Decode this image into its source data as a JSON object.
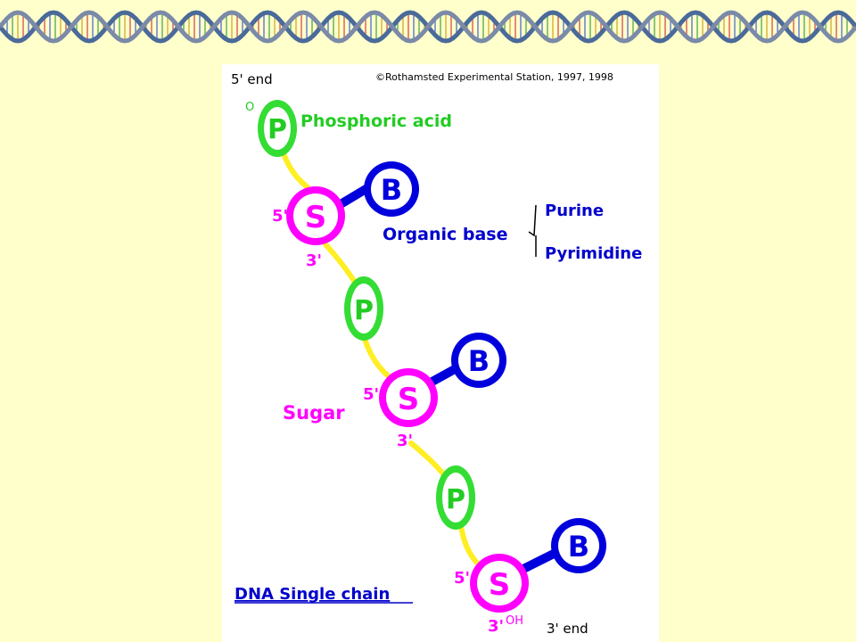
{
  "slide": {
    "background": "#ffffcc",
    "banner": {
      "icon": "dna-double-helix-border",
      "repeats": 12
    }
  },
  "figure": {
    "copyright": "©Rothamsted Experimental Station, 1997, 1998",
    "five_prime_end": "5' end",
    "three_prime_end": "3' end",
    "terminal_oxygen": "O",
    "terminal_hydroxyl": "OH",
    "title": "DNA Single chain",
    "labels": {
      "phosphoric_acid": "Phosphoric acid",
      "organic_base": "Organic base",
      "purine": "Purine",
      "pyrimidine": "Pyrimidine",
      "sugar": "Sugar"
    },
    "symbols": {
      "phosphate": "P",
      "sugar": "S",
      "base": "B"
    },
    "positions": {
      "five": "5'",
      "three": "3'"
    },
    "colors": {
      "phosphate": "#33dd33",
      "sugar": "#ff00ff",
      "base": "#0000dd",
      "backbone": "#ffee22",
      "phosphate_label": "#22cc22",
      "sugar_label": "#ff00ff",
      "base_label": "#0000cc"
    }
  }
}
